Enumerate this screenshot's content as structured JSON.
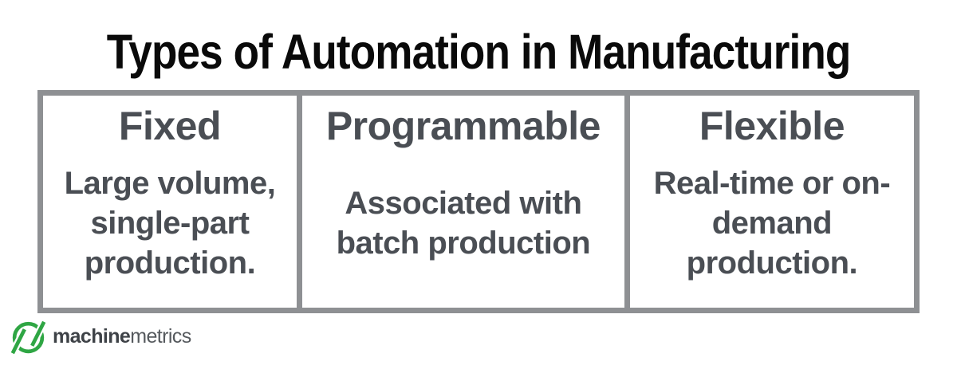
{
  "title": "Types of Automation in Manufacturing",
  "cards": [
    {
      "heading": "Fixed",
      "body": "Large volume,\nsingle-part\nproduction."
    },
    {
      "heading": "Programmable",
      "body": "Associated with\nbatch production"
    },
    {
      "heading": "Flexible",
      "body": "Real-time or on-\ndemand\nproduction."
    }
  ],
  "logo": {
    "name_bold": "machine",
    "name_light": "metrics",
    "icon": "machinemetrics-ring-with-double-slash"
  },
  "colors": {
    "title_text": "#0a0a0a",
    "card_text": "#4a4e54",
    "border_gray": "#8e9093",
    "brand_green": "#2fa644",
    "logo_dark": "#3e4247",
    "logo_light": "#55595d"
  }
}
